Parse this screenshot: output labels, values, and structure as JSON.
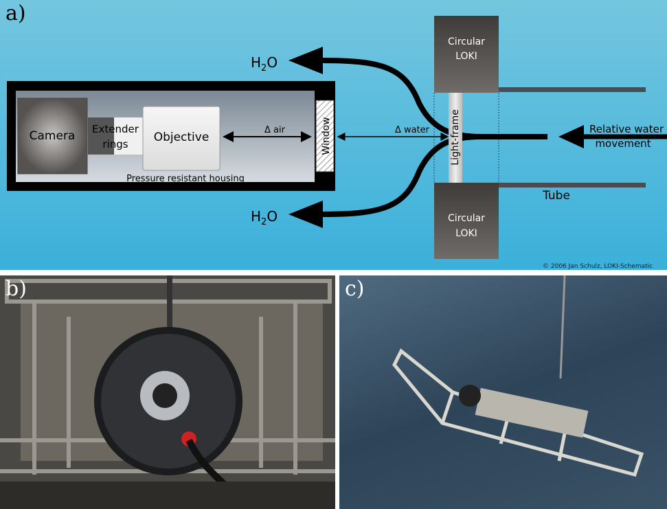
{
  "panels": {
    "a": {
      "label": "a)",
      "camera": "Camera",
      "extender_line1": "Extender",
      "extender_line2": "rings",
      "objective": "Objective",
      "delta_air": "Δ air",
      "window": "Window",
      "housing": "Pressure resistant housing",
      "delta_water": "Δ water",
      "light_frame": "Light-frame",
      "loki_top_line1": "Circular",
      "loki_top_line2": "LOKI",
      "loki_bottom_line1": "Circular",
      "loki_bottom_line2": "LOKI",
      "tube": "Tube",
      "water_out_top": "H",
      "water_out_sub": "2",
      "water_out_o": "O",
      "relative_line1": "Relative water",
      "relative_line2": "movement",
      "copyright": "© 2006 Jan Schulz, LOKI-Schematic"
    },
    "b": {
      "label": "b)"
    },
    "c": {
      "label": "c)"
    }
  },
  "colors": {
    "water": "#4bb8dc",
    "housing": "#000000",
    "loki": "#4a4644"
  }
}
